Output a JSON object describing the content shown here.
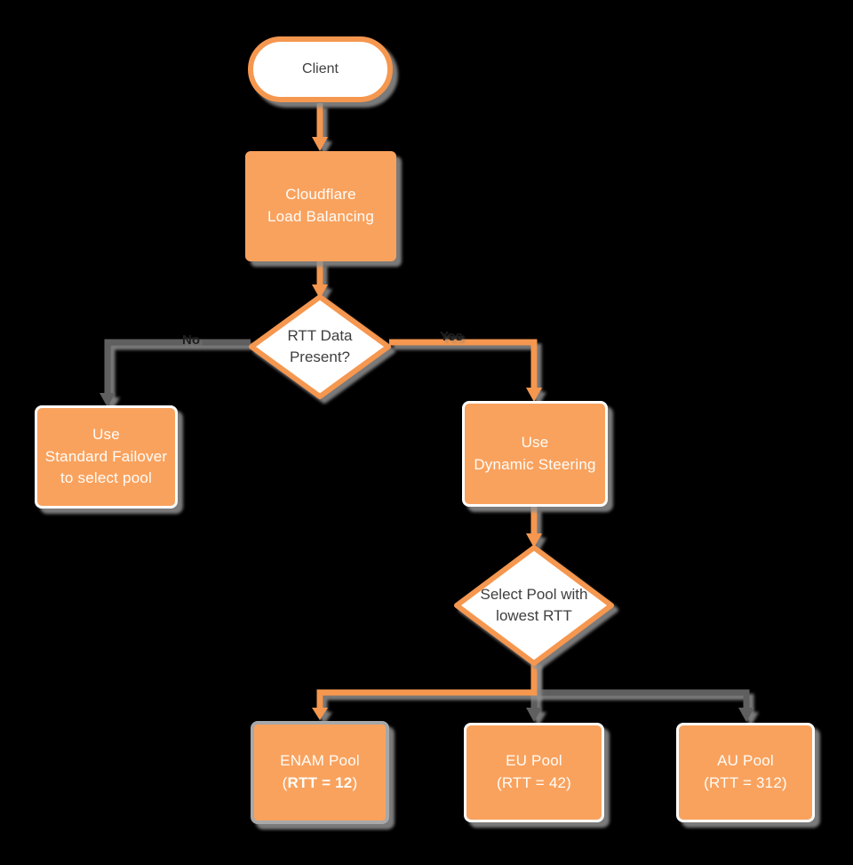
{
  "colors": {
    "background": "#000000",
    "orange_fill": "#F9A25E",
    "orange_border": "#F5974F",
    "gray_line": "#5E5E5E",
    "shadow": "#8C8C8C",
    "text_dark": "#3F3F3F",
    "text_light": "#FFFFFF"
  },
  "nodes": {
    "client": {
      "label": "Client"
    },
    "load_balancing": {
      "line1": "Cloudflare",
      "line2": "Load Balancing"
    },
    "rtt_decision": {
      "line1": "RTT Data",
      "line2": "Present?"
    },
    "standard_failover": {
      "line1": "Use",
      "line2": "Standard Failover",
      "line3": "to select pool"
    },
    "dynamic_steering": {
      "line1": "Use",
      "line2": "Dynamic Steering"
    },
    "select_pool_decision": {
      "line1": "Select Pool",
      "line2": "with lowest RTT"
    },
    "enam_pool": {
      "line1": "ENAM Pool",
      "paren_open": "(",
      "rtt_bold": "RTT = 12",
      "paren_close": ")"
    },
    "eu_pool": {
      "line1": "EU Pool",
      "line2": "(RTT = 42)"
    },
    "au_pool": {
      "line1": "AU Pool",
      "line2": "(RTT = 312)"
    }
  },
  "edges": {
    "no_label": "No",
    "yes_label": "Yes"
  }
}
